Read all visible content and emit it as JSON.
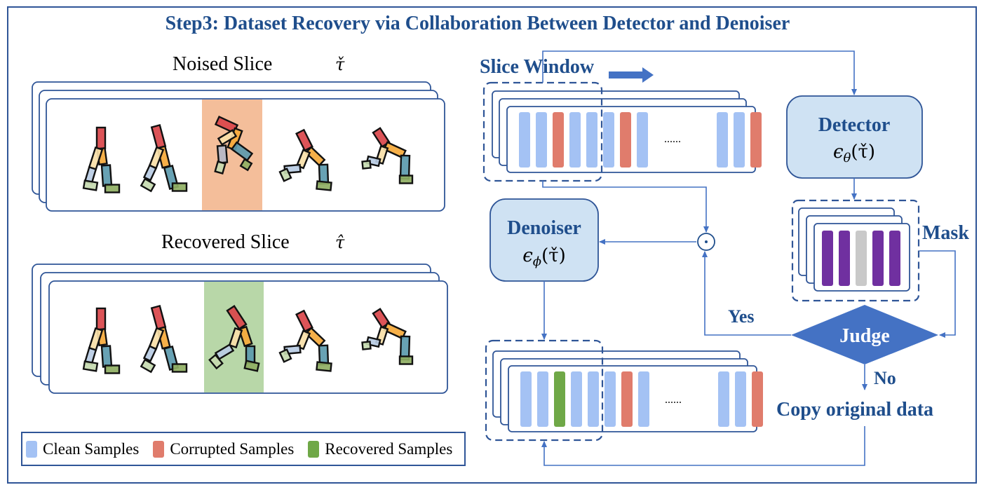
{
  "title": "Step3: Dataset Recovery via Collaboration Between Detector and Denoiser",
  "left_panel": {
    "noised_slice": {
      "label": "Noised Slice",
      "symbol": "τ̌",
      "highlight_index": 2,
      "highlight_color": "#F4BE9A"
    },
    "recovered_slice": {
      "label": "Recovered Slice",
      "symbol": "τ̂",
      "highlight_index": 2,
      "highlight_color": "#B8D7A8"
    },
    "poses_per_slice": 5
  },
  "legend": {
    "items": [
      {
        "label": "Clean Samples",
        "color": "#A4C2F4"
      },
      {
        "label": "Corrupted Samples",
        "color": "#E07C6C"
      },
      {
        "label": "Recovered Samples",
        "color": "#6FA847"
      }
    ]
  },
  "flow": {
    "slice_window_label": "Slice Window",
    "detector": {
      "title": "Detector",
      "formula": "ϵθ(τ̌)",
      "formula_base": "ϵ",
      "formula_sub": "θ",
      "formula_arg": "(τ̌)"
    },
    "denoiser": {
      "title": "Denoiser",
      "formula": "ϵϕ(τ̌)",
      "formula_base": "ϵ",
      "formula_sub": "ϕ",
      "formula_arg": "(τ̌)"
    },
    "mask_label": "Mask",
    "judge_label": "Judge",
    "yes_label": "Yes",
    "no_label": "No",
    "copy_label": "Copy original data",
    "hadamard_symbol": "⊙",
    "ellipsis": "......",
    "top_strip_bars": [
      "clean",
      "clean",
      "corrupted",
      "clean",
      "clean",
      "clean",
      "corrupted",
      "clean",
      "gap",
      "clean",
      "clean",
      "corrupted"
    ],
    "bottom_strip_bars": [
      "clean",
      "clean",
      "recovered",
      "clean",
      "clean",
      "clean",
      "corrupted",
      "clean",
      "gap",
      "clean",
      "clean",
      "corrupted"
    ],
    "mask_bars": [
      "keep",
      "keep",
      "masked",
      "keep",
      "keep"
    ],
    "colors": {
      "clean": "#A4C2F4",
      "corrupted": "#E07C6C",
      "recovered": "#6FA847",
      "mask_keep": "#7030A0",
      "mask_masked": "#C9C9C9",
      "box_fill": "#CFE2F3",
      "judge_fill": "#4472C4",
      "arrow": "#4472C4",
      "dark_blue": "#2F5597",
      "text_blue": "#1F4E8C"
    }
  }
}
